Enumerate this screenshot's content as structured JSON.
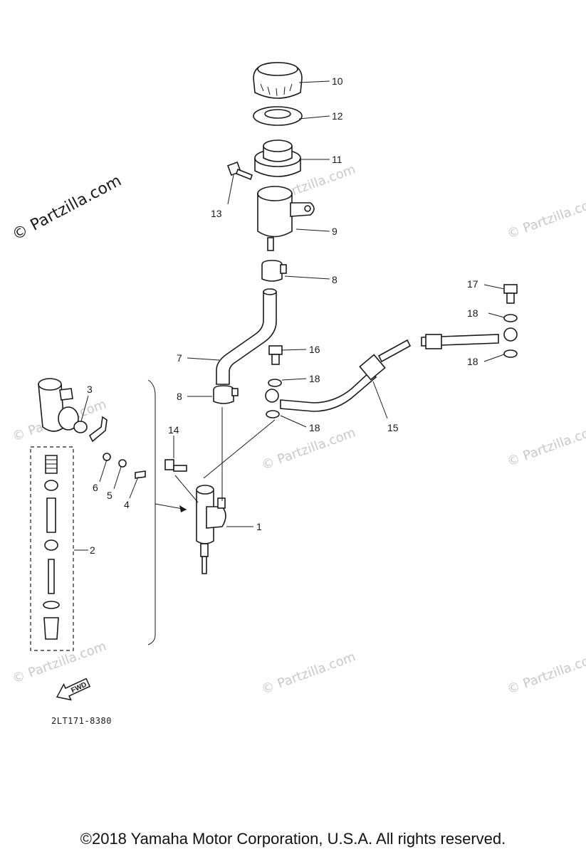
{
  "watermark": {
    "main": "© Partzilla.com",
    "repeat": "© Partzilla.com"
  },
  "labels": {
    "p1": "1",
    "p2": "2",
    "p3": "3",
    "p4": "4",
    "p5": "5",
    "p6": "6",
    "p7": "7",
    "p8a": "8",
    "p8b": "8",
    "p9": "9",
    "p10": "10",
    "p11": "11",
    "p12": "12",
    "p13": "13",
    "p14": "14",
    "p15": "15",
    "p16": "16",
    "p17": "17",
    "p18a": "18",
    "p18b": "18",
    "p18c": "18",
    "p18d": "18"
  },
  "fwd_label": "FWD",
  "diagram_code": "2LT171-8380",
  "copyright": "©2018 Yamaha Motor Corporation, U.S.A. All rights reserved."
}
